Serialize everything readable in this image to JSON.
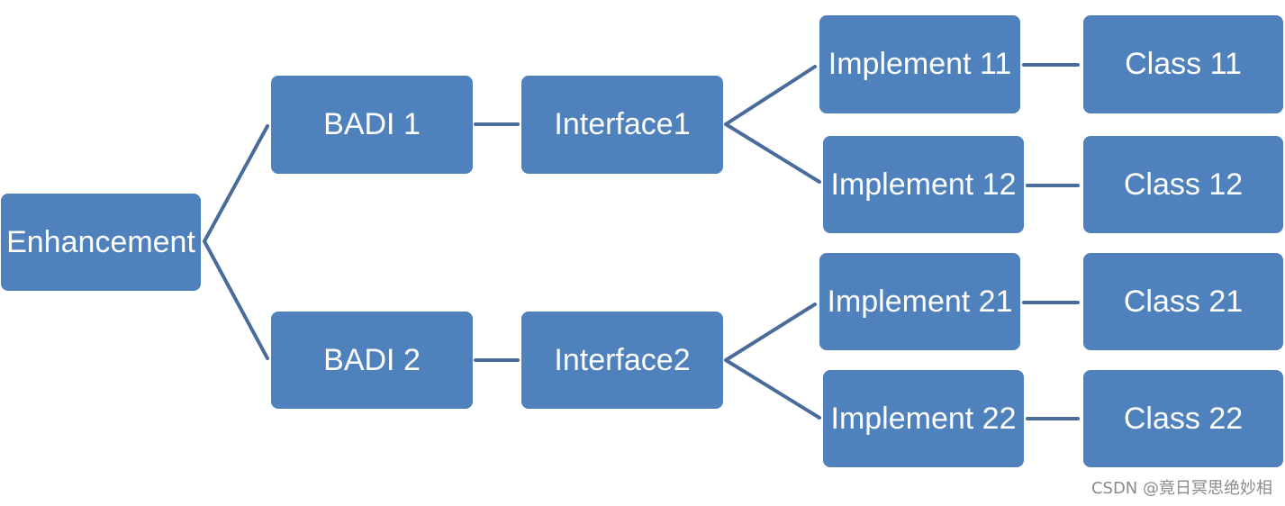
{
  "colors": {
    "node_fill": "#4f81bd",
    "connector": "#4a6c9b",
    "text": "#ffffff"
  },
  "nodes": {
    "enhancement": "Enhancement",
    "badi1": "BADI 1",
    "badi2": "BADI 2",
    "interface1": "Interface1",
    "interface2": "Interface2",
    "implement11": "Implement 11",
    "implement12": "Implement 12",
    "implement21": "Implement 21",
    "implement22": "Implement 22",
    "class11": "Class 11",
    "class12": "Class 12",
    "class21": "Class 21",
    "class22": "Class 22"
  },
  "edges": [
    [
      "enhancement",
      "badi1"
    ],
    [
      "enhancement",
      "badi2"
    ],
    [
      "badi1",
      "interface1"
    ],
    [
      "badi2",
      "interface2"
    ],
    [
      "interface1",
      "implement11"
    ],
    [
      "interface1",
      "implement12"
    ],
    [
      "interface2",
      "implement21"
    ],
    [
      "interface2",
      "implement22"
    ],
    [
      "implement11",
      "class11"
    ],
    [
      "implement12",
      "class12"
    ],
    [
      "implement21",
      "class21"
    ],
    [
      "implement22",
      "class22"
    ]
  ],
  "watermark": "CSDN @竟日冥思绝妙相"
}
